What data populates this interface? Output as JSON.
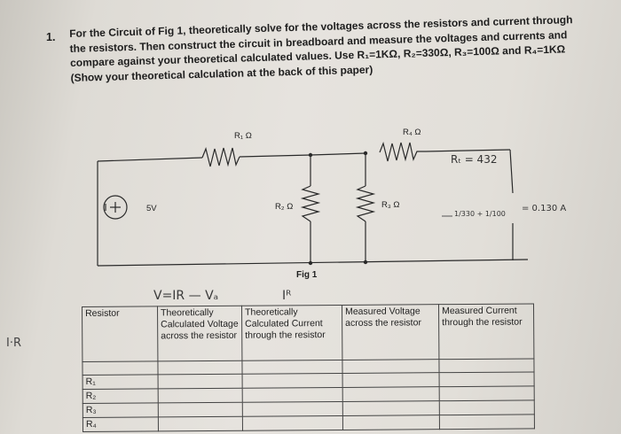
{
  "question": {
    "number": "1.",
    "lines": [
      "For the Circuit of Fig 1, theoretically solve for the voltages across the resistors and current through",
      "the resistors. Then construct the circuit in breadboard and measure the voltages and currents and",
      "compare against your theoretical calculated values. Use R₁=1KΩ, R₂=330Ω, R₃=100Ω and R₄=1KΩ",
      "(Show your theoretical calculation at the back of this paper)"
    ]
  },
  "circuit": {
    "source_label": "5V",
    "r1_label": "R₁ Ω",
    "r2_label": "R₂ Ω",
    "r3_label": "R₃ Ω",
    "r4_label": "R₄ Ω",
    "figure_caption": "Fig 1"
  },
  "handwriting": {
    "rt_note": "Rₜ = 432",
    "fraction_note": "1/330 + 1/100",
    "current_note": "= 0.130 A",
    "formula_left": "V=IR — Vₐ",
    "formula_right": "Iᴿ",
    "margin_note": "I·R"
  },
  "table": {
    "headers": [
      "Resistor",
      "Theoretically Calculated Voltage across the resistor",
      "Theoretically Calculated Current through the resistor",
      "Measured Voltage across the resistor",
      "Measured Current through the resistor"
    ],
    "rows": [
      "R₁",
      "R₂",
      "R₃",
      "R₄"
    ]
  }
}
